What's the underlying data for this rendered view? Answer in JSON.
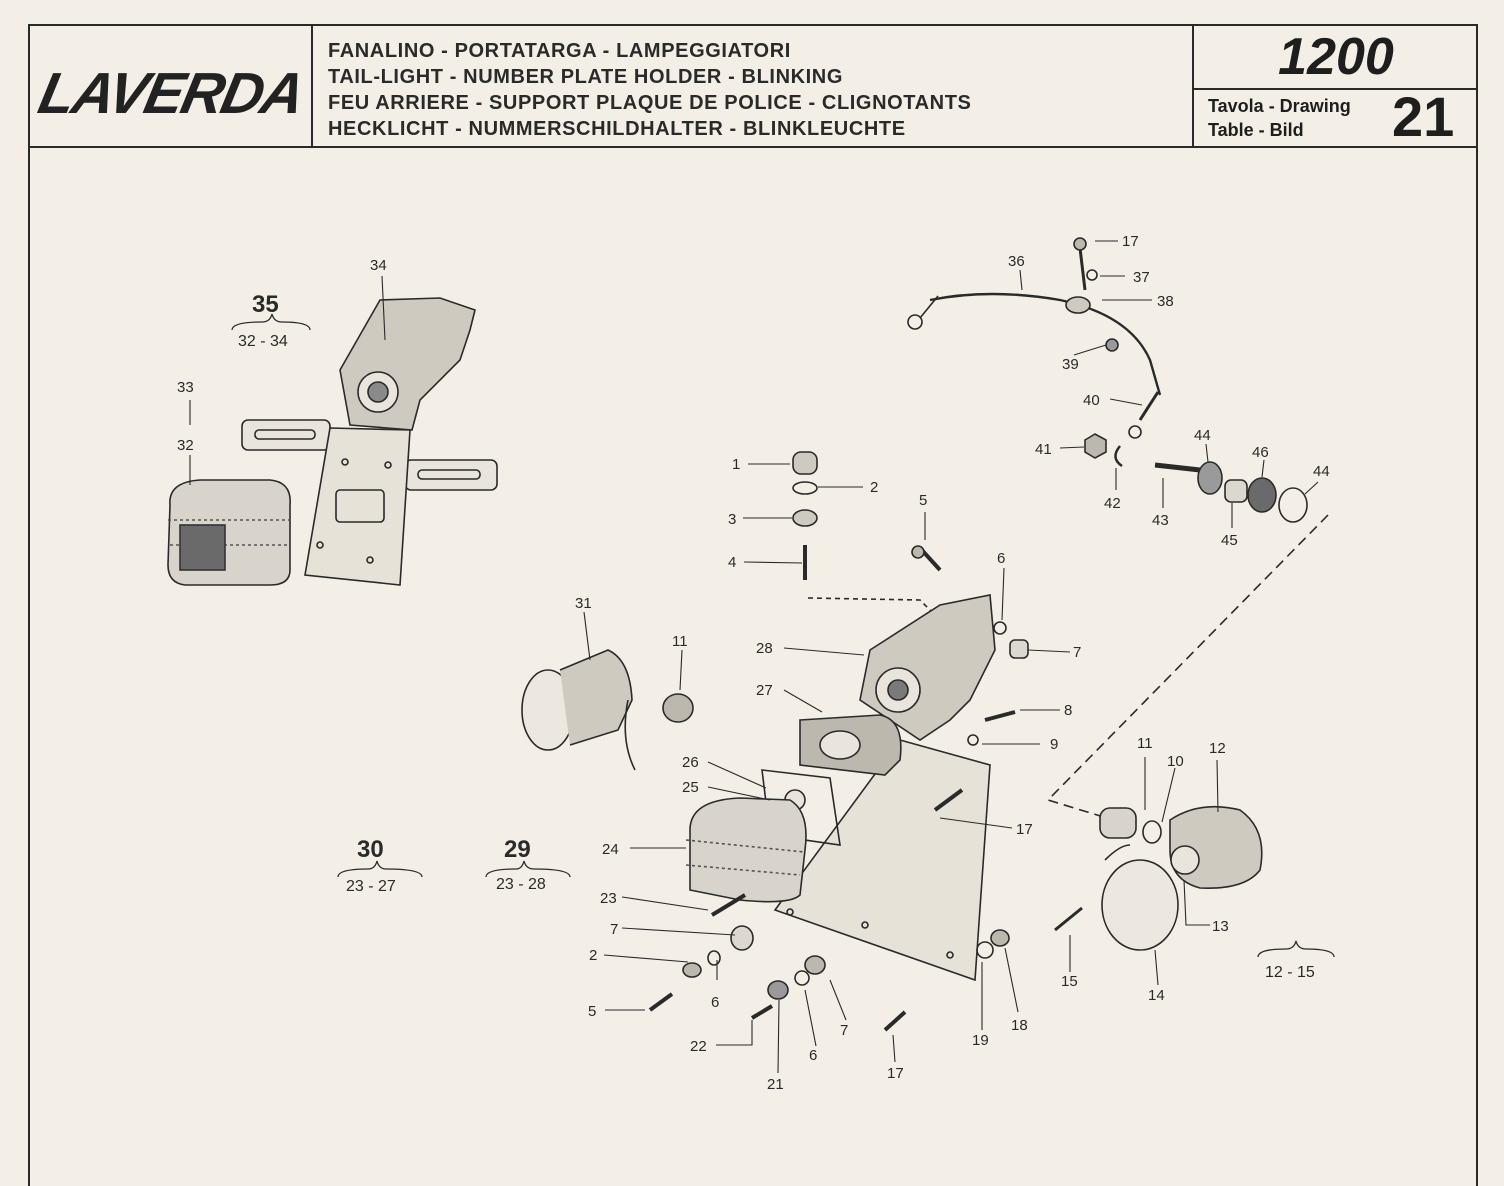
{
  "header": {
    "logo": "LAVERDA",
    "titles": [
      "FANALINO - PORTATARGA - LAMPEGGIATORI",
      "TAIL-LIGHT - NUMBER PLATE HOLDER - BLINKING",
      "FEU ARRIERE - SUPPORT PLAQUE DE POLICE - CLIGNOTANTS",
      "HECKLICHT - NUMMERSCHILDHALTER - BLINKLEUCHTE"
    ],
    "model": "1200",
    "drawing_label_1": "Tavola - Drawing",
    "drawing_label_2": "Table - Bild",
    "drawing_number": "21"
  },
  "groups": [
    {
      "number": "35",
      "range": "32 - 34"
    },
    {
      "number": "30",
      "range": "23 - 27"
    },
    {
      "number": "29",
      "range": "23 - 28"
    },
    {
      "range": "12 - 15"
    }
  ],
  "callouts": [
    "1",
    "2",
    "3",
    "4",
    "5",
    "6",
    "7",
    "8",
    "9",
    "10",
    "11",
    "12",
    "13",
    "14",
    "15",
    "17",
    "18",
    "19",
    "21",
    "22",
    "23",
    "24",
    "25",
    "26",
    "27",
    "28",
    "31",
    "32",
    "33",
    "34",
    "36",
    "37",
    "38",
    "39",
    "40",
    "41",
    "42",
    "43",
    "44",
    "45",
    "46"
  ]
}
